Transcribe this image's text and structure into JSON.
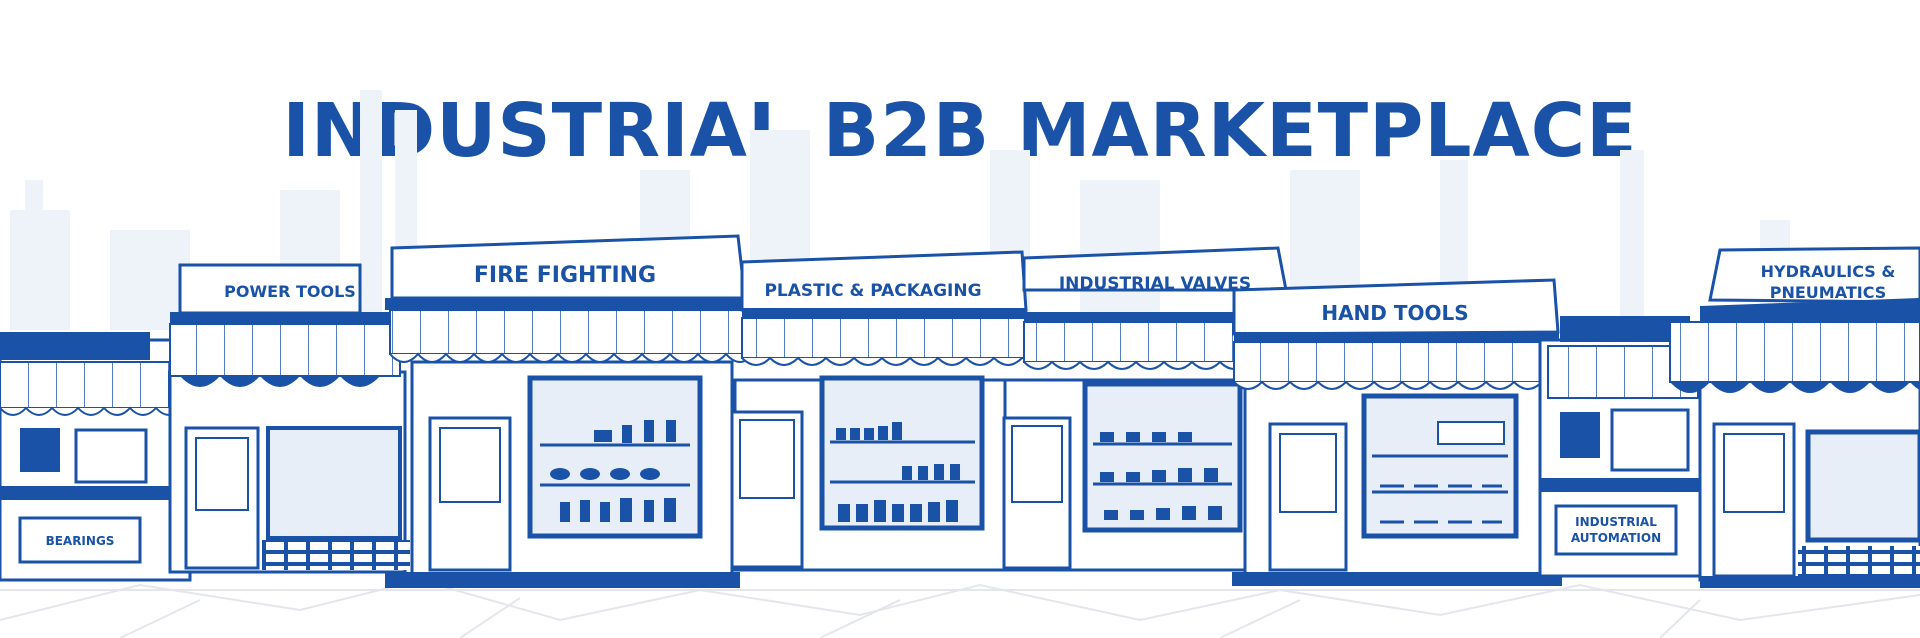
{
  "banner": {
    "title": "INDUSTRIAL B2B MARKETPLACE"
  },
  "shops": {
    "bearings": "BEARINGS",
    "power_tools": "POWER TOOLS",
    "fire_fighting": "FIRE FIGHTING",
    "plastic_packaging": "PLASTIC & PACKAGING",
    "industrial_valves": "INDUSTRIAL VALVES",
    "hand_tools": "HAND TOOLS",
    "industrial_automation_line1": "INDUSTRIAL",
    "industrial_automation_line2": "AUTOMATION",
    "hydraulics_line1": "HYDRAULICS &",
    "hydraulics_line2": "PNEUMATICS"
  },
  "colors": {
    "primary": "#1a52a8",
    "background": "#ffffff",
    "skyline": "#eef3fa",
    "glass": "#e8eef8"
  }
}
